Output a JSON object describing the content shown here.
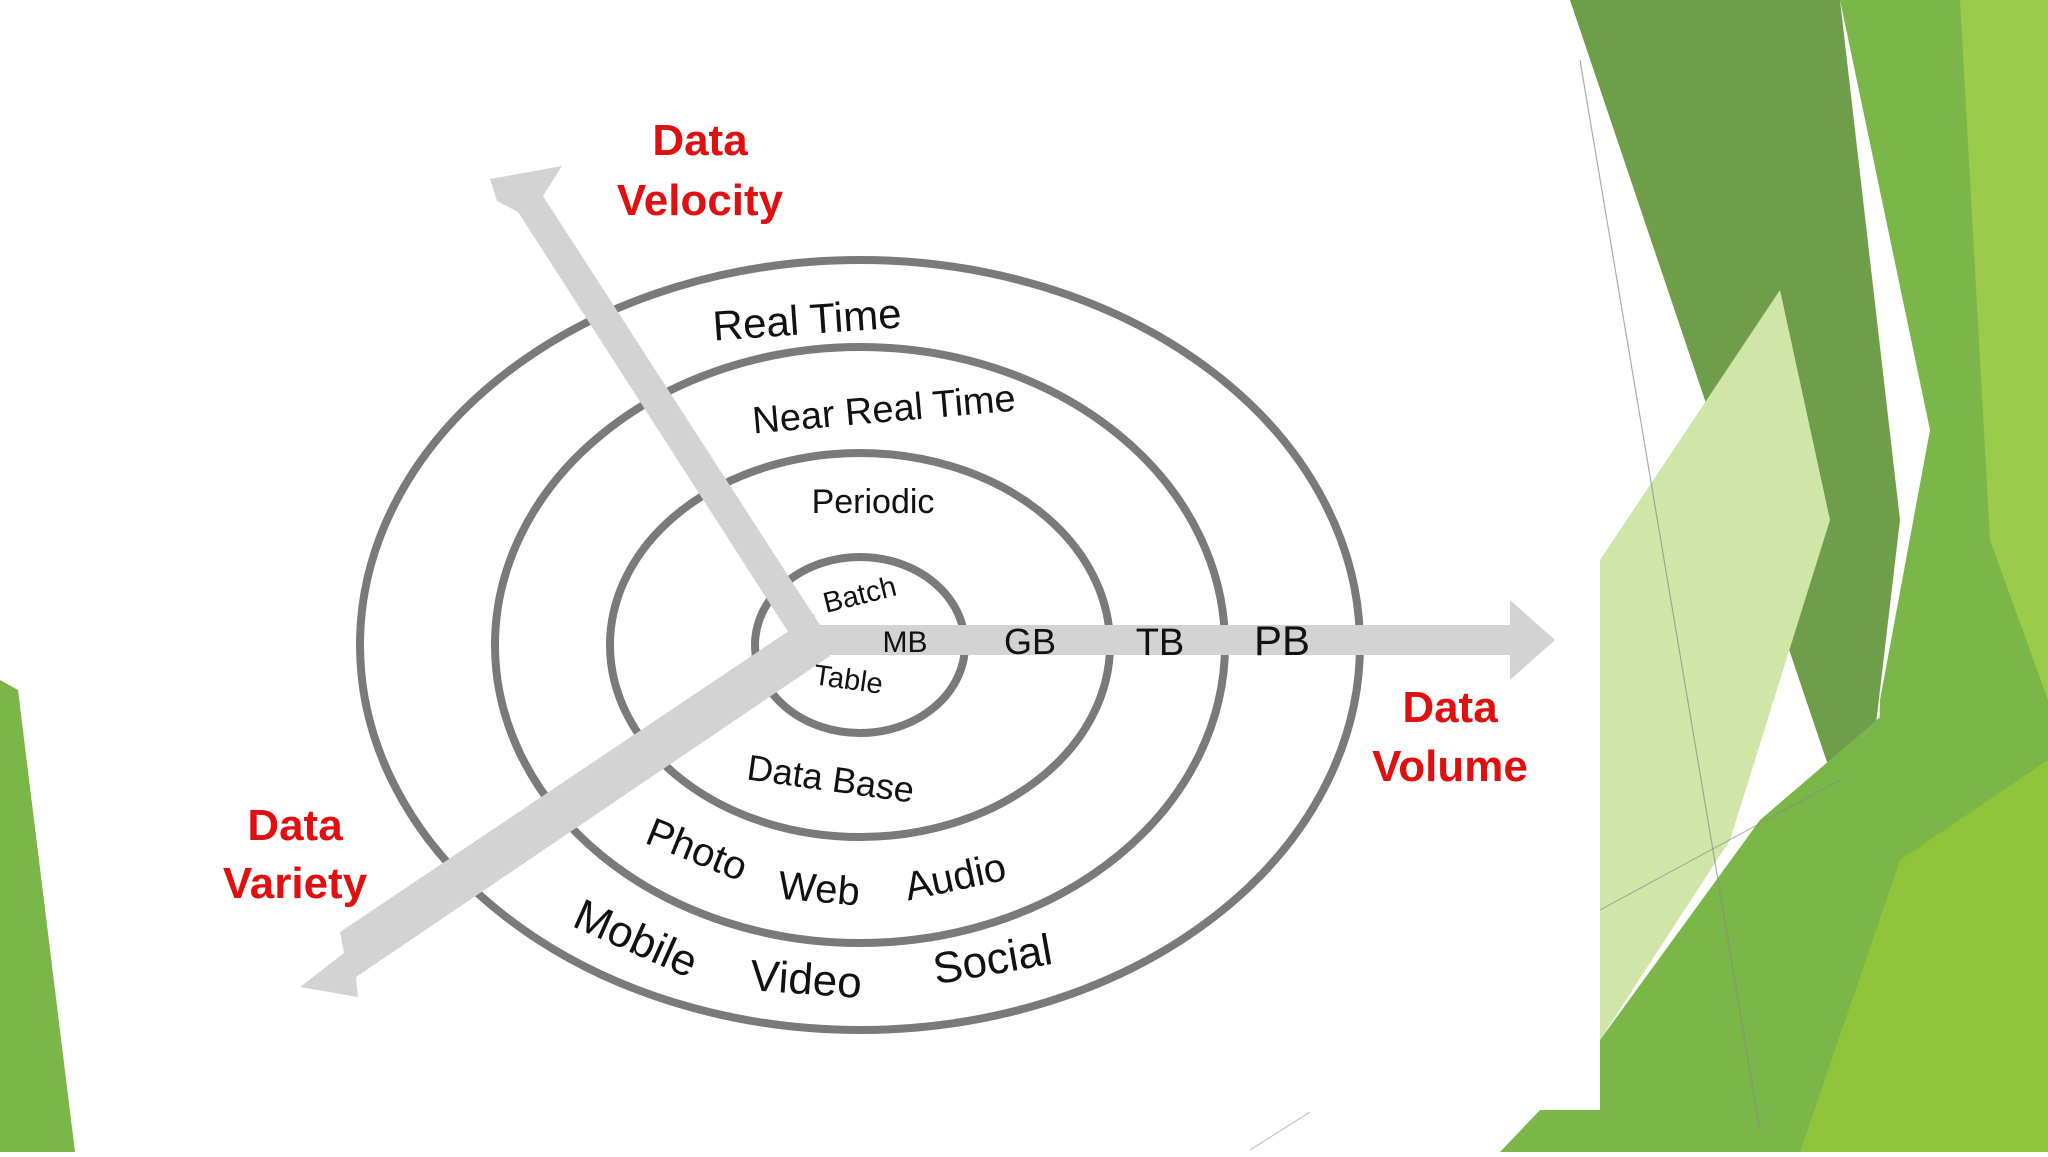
{
  "colors": {
    "background": "#ffffff",
    "green_dark": "#5f9a3a",
    "green_mid": "#7ab648",
    "green_light": "#9bcb4a",
    "green_pale": "#cfe6a8",
    "ring": "#7a7a7a",
    "arrow": "#d3d3d3",
    "axis_title": "#e01010",
    "label": "#111111"
  },
  "axes": {
    "velocity": {
      "line1": "Data",
      "line2": "Velocity"
    },
    "volume": {
      "line1": "Data",
      "line2": "Volume"
    },
    "variety": {
      "line1": "Data",
      "line2": "Variety"
    }
  },
  "velocity_rings": [
    "Real Time",
    "Near Real Time",
    "Periodic",
    "Batch"
  ],
  "volume_ticks": [
    "MB",
    "GB",
    "TB",
    "PB"
  ],
  "variety_rings": {
    "center": "Table",
    "ring2": "Data Base",
    "ring3": [
      "Photo",
      "Web",
      "Audio"
    ],
    "ring4": [
      "Mobile",
      "Video",
      "Social"
    ]
  }
}
